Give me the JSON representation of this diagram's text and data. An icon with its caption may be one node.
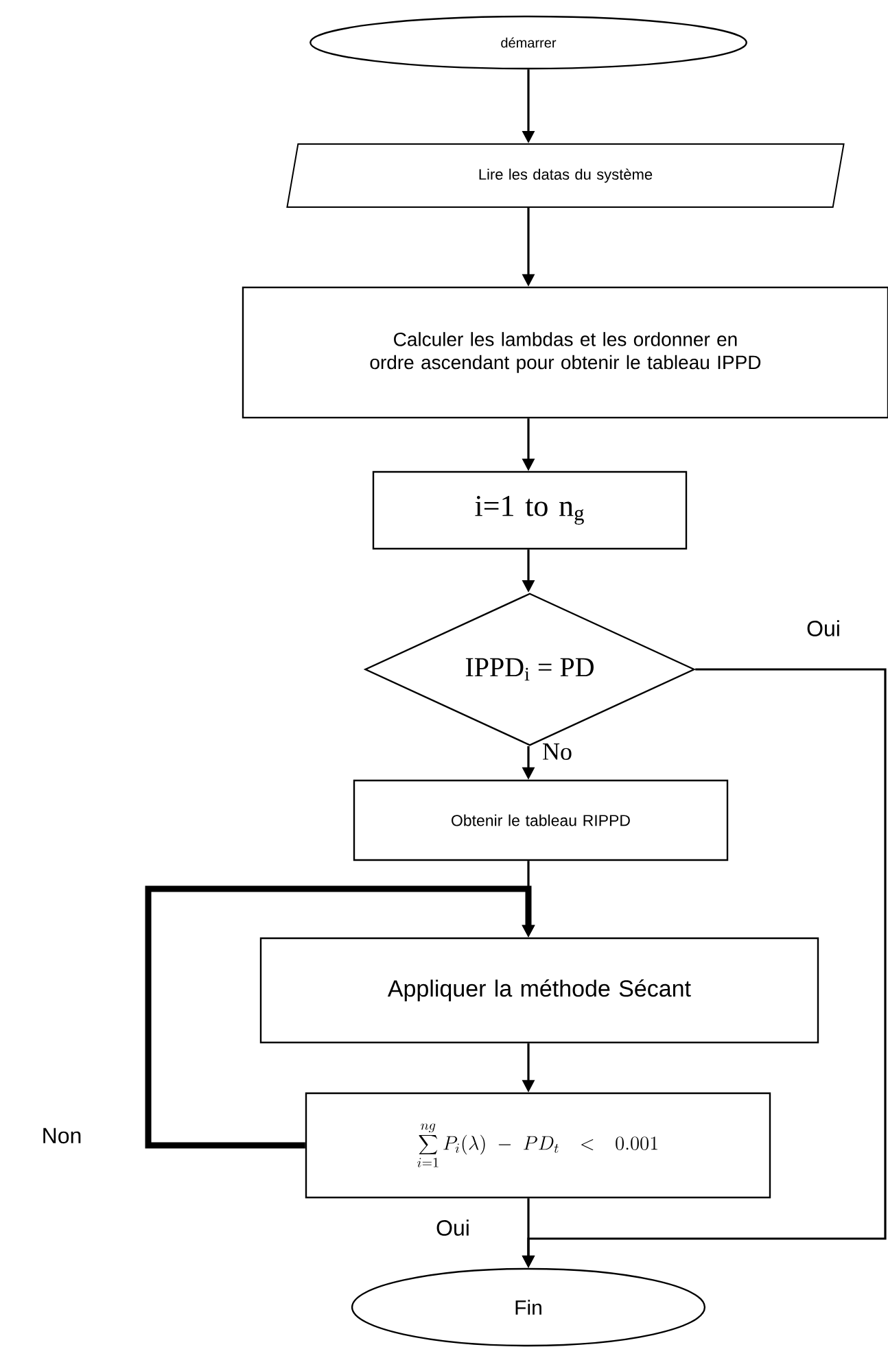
{
  "diagram": {
    "nodes": [
      {
        "text": [
          "démarrer"
        ]
      },
      {
        "text": [
          "Lire les datas du système"
        ]
      },
      {
        "text": [
          "Calculer les lambdas et les ordonner en ordre ascendant  pour obtenir  le tableau IPPD"
        ]
      },
      {
        "text": [
          "i=1  to n$_{g}$"
        ]
      },
      {
        "text": [
          "IPPD$_{i}$ = PD"
        ]
      },
      {
        "text": [
          "Obtenir le tableau RIPPD"
        ]
      },
      {
        "text": [
          "Appliquer la méthode Sécant"
        ]
      },
      {
        "text": [
          "\\sum_{i=1}^{ng} P_i(\\lambda) - PD_t < 0.001"
        ]
      },
      {
        "text": [
          "Fin"
        ]
      }
    ],
    "edges": [
      {
        "from": 0,
        "to": 1,
        "arrow": "to"
      },
      {
        "from": 1,
        "to": 2,
        "arrow": "to"
      },
      {
        "from": 2,
        "to": 3,
        "arrow": "to"
      },
      {
        "from": 3,
        "to": 4,
        "arrow": "to"
      },
      {
        "from": 4,
        "to": 5,
        "arrow": "to",
        "label": "No"
      },
      {
        "from": 5,
        "to": 6,
        "arrow": "to"
      },
      {
        "from": 6,
        "to": 7,
        "arrow": "to"
      },
      {
        "from": 7,
        "to": 6,
        "arrow": "to",
        "label": "Non",
        "style": "thick"
      },
      {
        "from": 7,
        "to": 8,
        "arrow": "to",
        "label": "Oui"
      },
      {
        "from": 4,
        "to": 8,
        "arrow": "to",
        "label": "Oui"
      }
    ]
  }
}
